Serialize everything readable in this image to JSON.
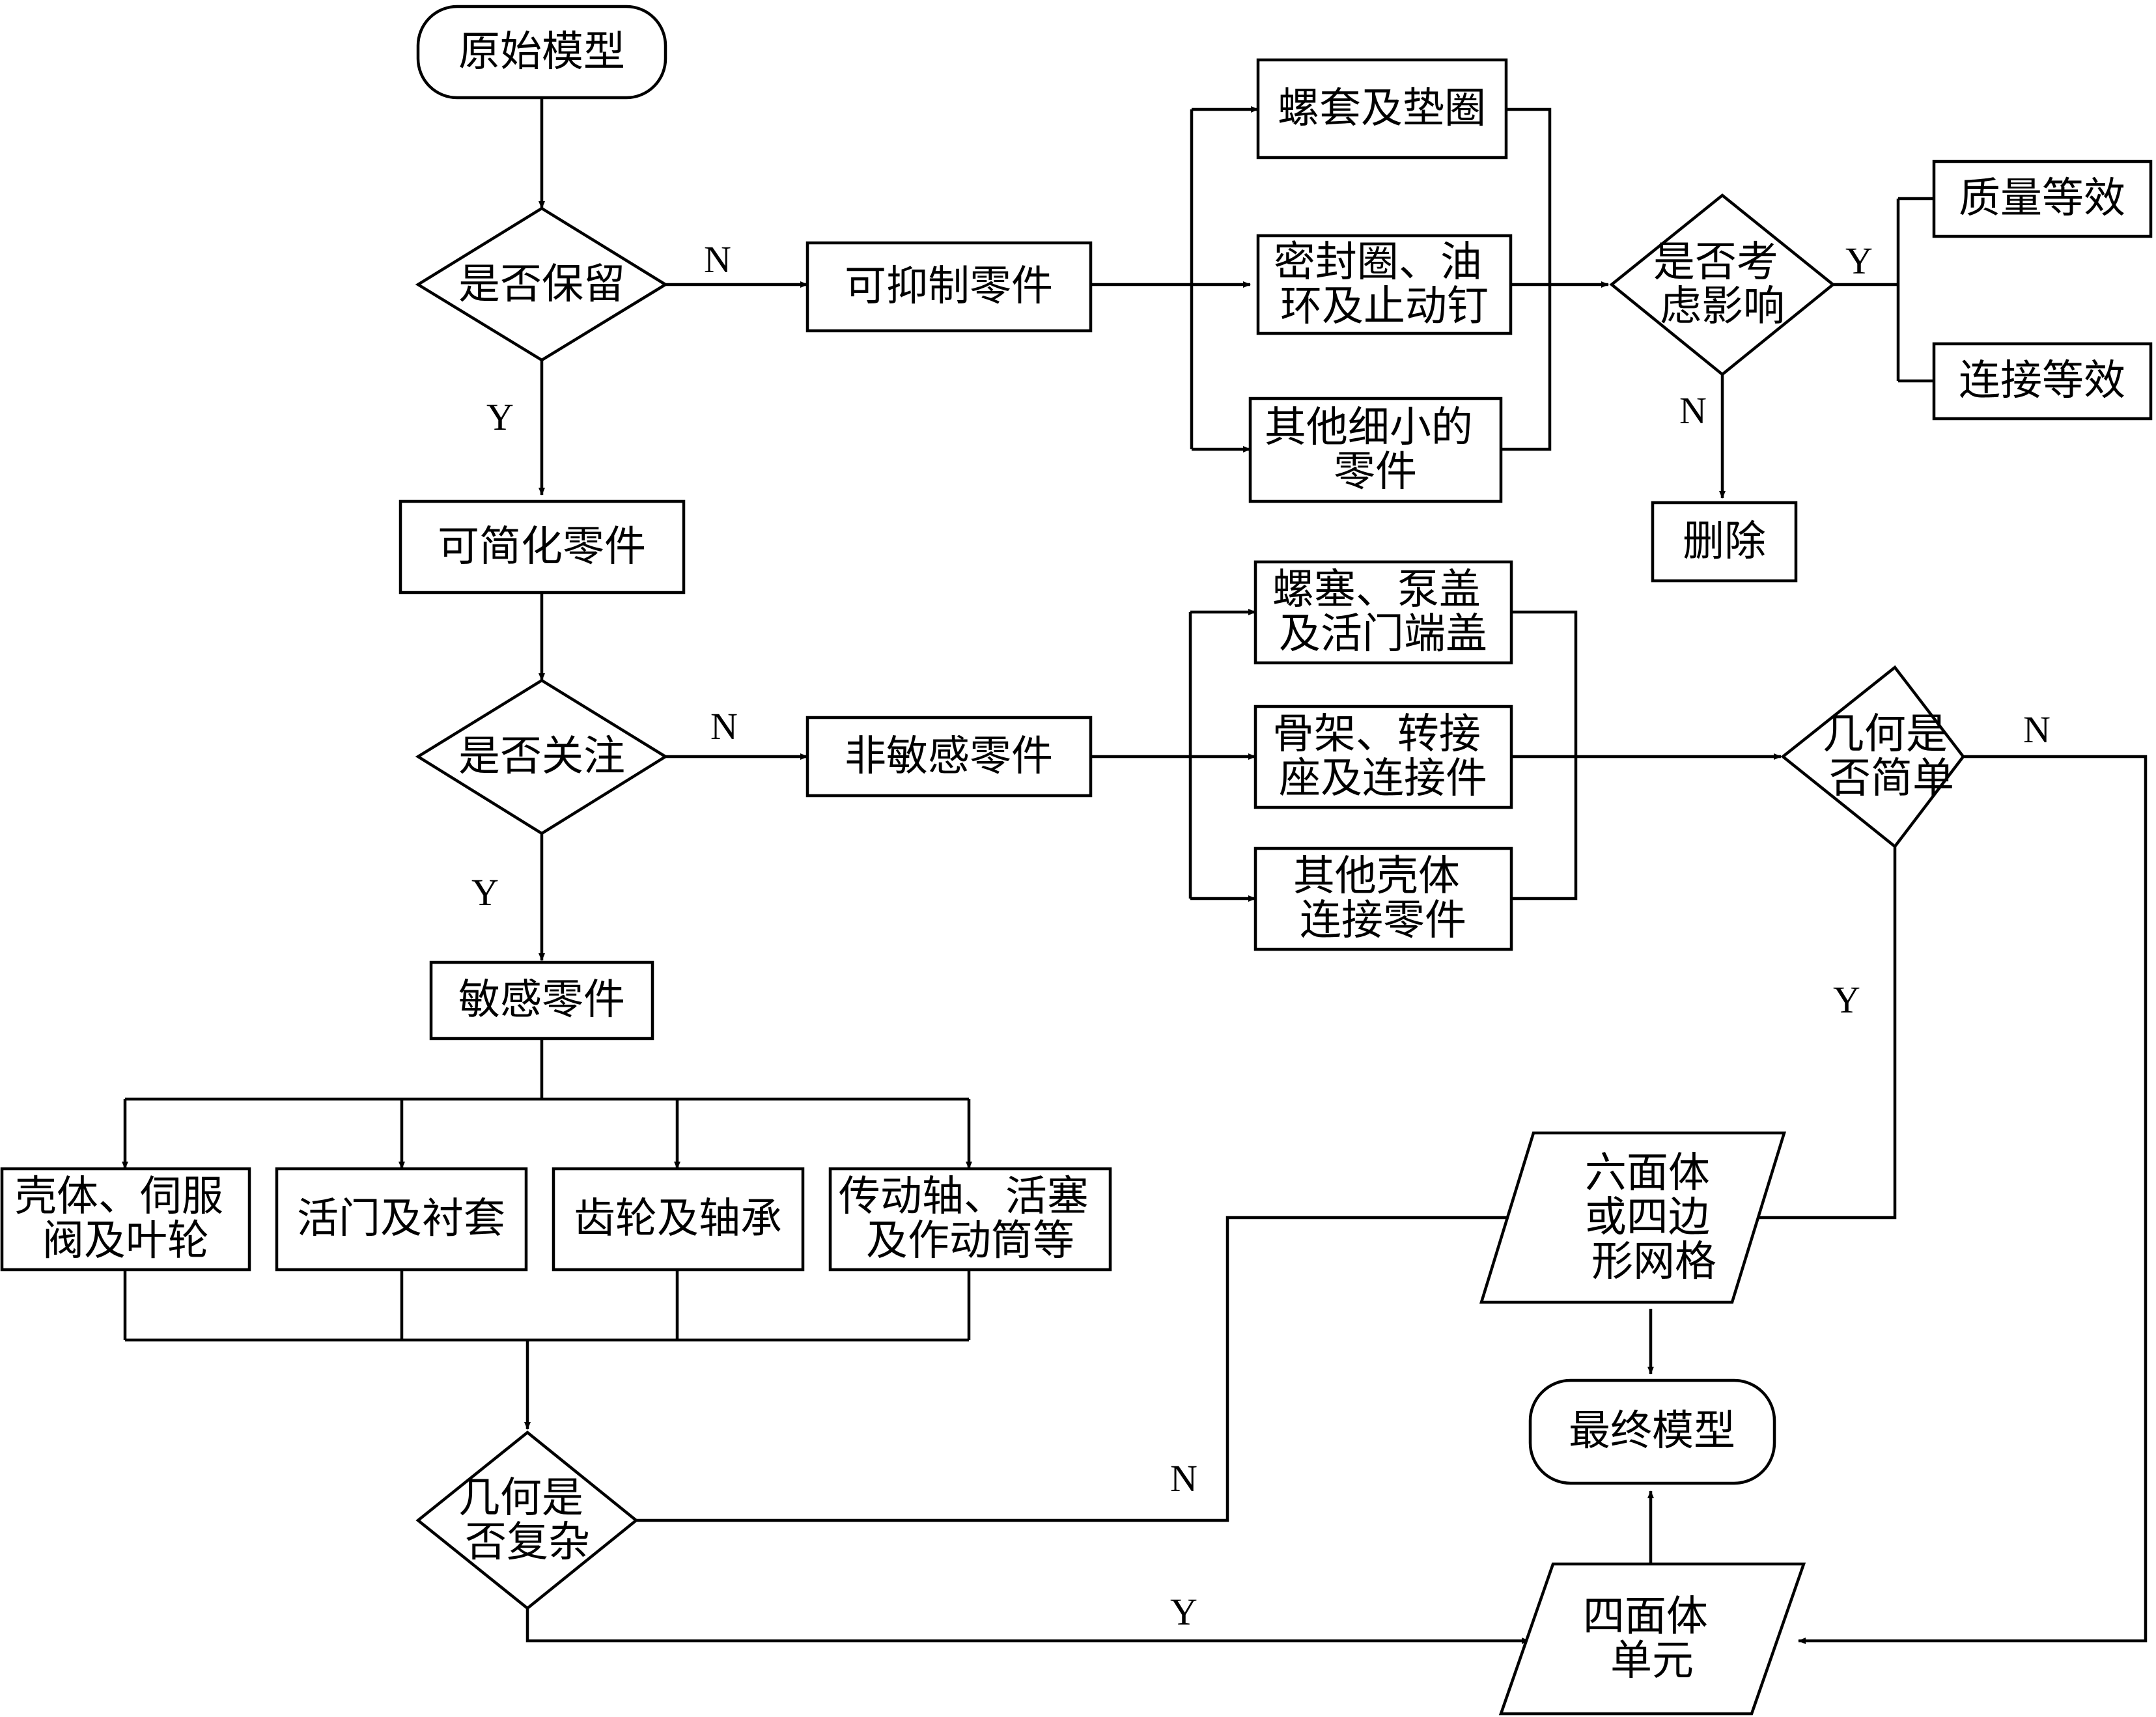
{
  "nodes": {
    "original_model": [
      "原始模型"
    ],
    "keep_decision": [
      "是否保留"
    ],
    "suppressible_parts": [
      "可抑制零件"
    ],
    "nut_washer": [
      "螺套及垫圈"
    ],
    "seal_ring": [
      "密封圈、油",
      "环及止动钉"
    ],
    "other_small_parts": [
      "其他细小的",
      "零件"
    ],
    "consider_effect_decision": [
      "是否考",
      "虑影响"
    ],
    "mass_equivalent": [
      "质量等效"
    ],
    "connection_equivalent": [
      "连接等效"
    ],
    "delete": [
      "删除"
    ],
    "simplifiable_parts": [
      "可简化零件"
    ],
    "focus_decision": [
      "是否关注"
    ],
    "insensitive_parts": [
      "非敏感零件"
    ],
    "plug_cover": [
      "螺塞、泵盖",
      "及活门端盖"
    ],
    "frame_adapter": [
      "骨架、转接",
      "座及连接件"
    ],
    "other_shell_parts": [
      "其他壳体",
      "连接零件"
    ],
    "geometry_simple_decision": [
      "几何是",
      "否简单"
    ],
    "sensitive_parts": [
      "敏感零件"
    ],
    "shell_servo": [
      "壳体、伺服",
      "阀及叶轮"
    ],
    "valve_bushing": [
      "活门及衬套"
    ],
    "gear_bearing": [
      "齿轮及轴承"
    ],
    "shaft_piston": [
      "传动轴、活塞",
      "及作动筒等"
    ],
    "geometry_complex_decision": [
      "几何是",
      "否复杂"
    ],
    "hex_quad_mesh": [
      "六面体",
      "或四边",
      "形网格"
    ],
    "final_model": [
      "最终模型"
    ],
    "tetra_element": [
      "四面体",
      "单元"
    ]
  },
  "edge_labels": {
    "keep_no": "N",
    "keep_yes": "Y",
    "consider_yes": "Y",
    "consider_no": "N",
    "focus_no": "N",
    "focus_yes": "Y",
    "simple_no": "N",
    "simple_yes": "Y",
    "complex_no": "N",
    "complex_yes": "Y"
  }
}
